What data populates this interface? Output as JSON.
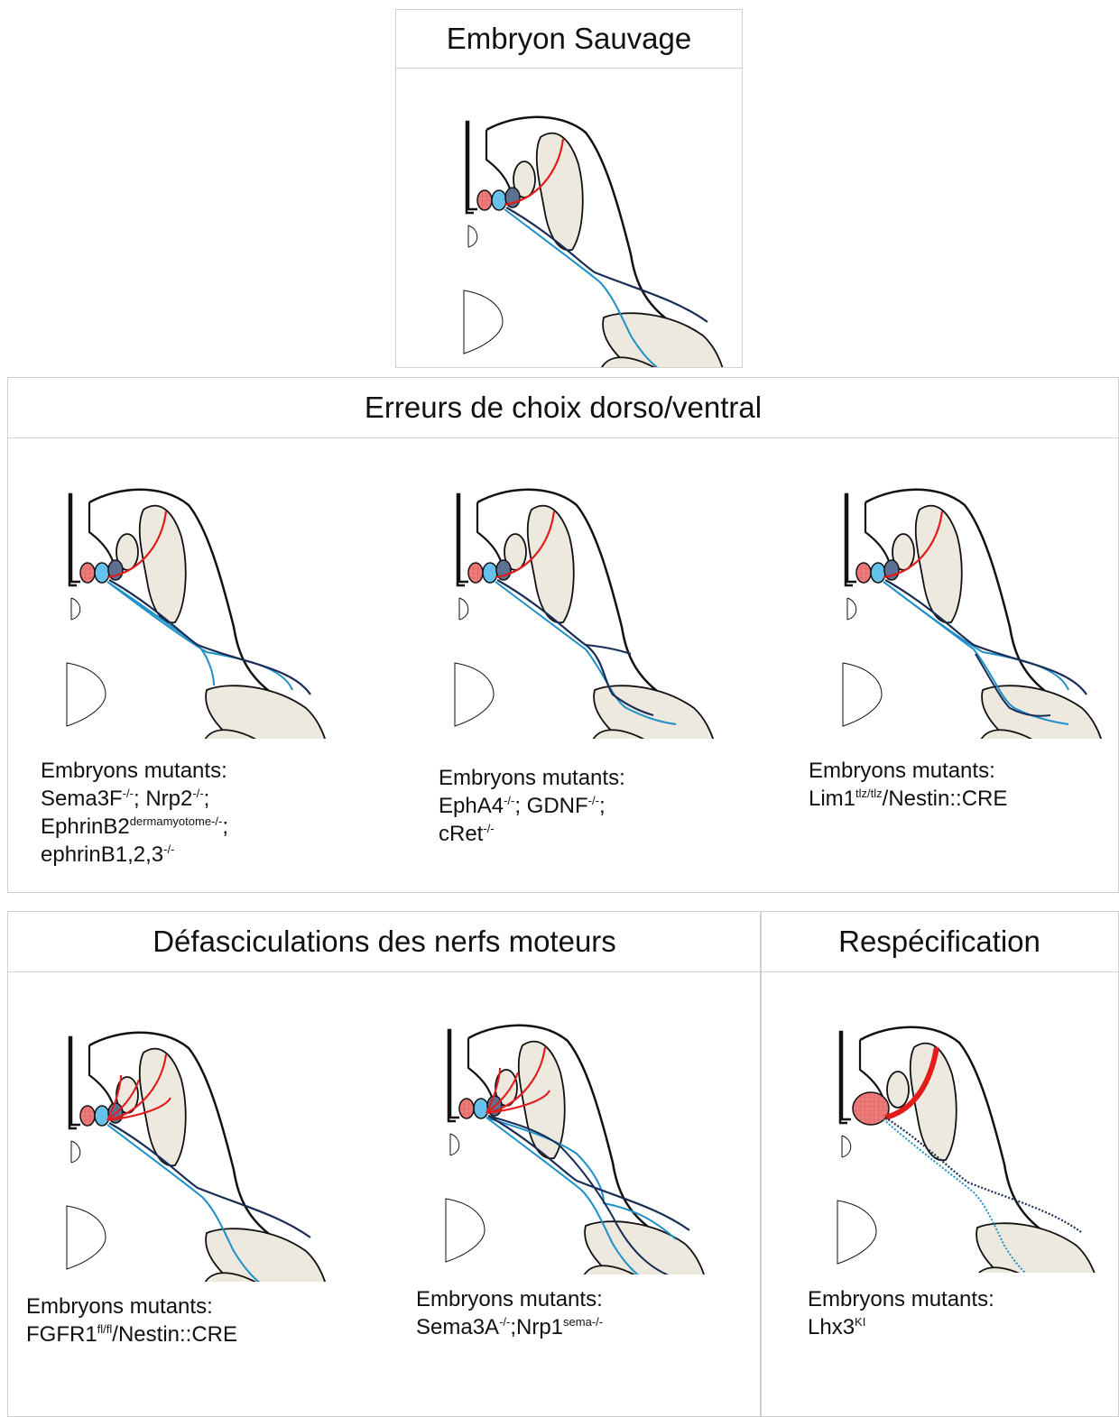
{
  "panels": {
    "wildtype": {
      "title": "Embryon Sauvage"
    },
    "dorsoventral": {
      "title": "Erreurs de choix dorso/ventral"
    },
    "defasciculation": {
      "title": "Défasciculations des  nerfs moteurs"
    },
    "respecification": {
      "title": "Respécification"
    }
  },
  "captions": {
    "label": "Embryons mutants:",
    "dv1": {
      "sema3f": "Sema3F",
      "sema3f_sup": "-/-",
      "sep1": "; Nrp2",
      "nrp2_sup": "-/-",
      "sep2": ";",
      "ephrinb2": "EphrinB2",
      "ephrinb2_sup": "dermamyotome-/-",
      "sep3": ";",
      "ephrinb123": "ephrinB1,2,3",
      "ephrinb123_sup": "-/-"
    },
    "dv2": {
      "epha4": "EphA4",
      "epha4_sup": "-/-",
      "sep1": "; GDNF",
      "gdnf_sup": "-/-",
      "sep2": ";",
      "cret": "cRet",
      "cret_sup": "-/-"
    },
    "dv3": {
      "lim1": "Lim1",
      "lim1_sup": "tlz/tlz",
      "rest": "/Nestin::CRE"
    },
    "def1": {
      "fgfr1": "FGFR1",
      "fgfr1_sup": "fl/fl",
      "rest": "/Nestin::CRE"
    },
    "def2": {
      "sema3a": "Sema3A",
      "sema3a_sup": "-/-",
      "sep": ";Nrp1",
      "nrp1_sup": "sema-/-"
    },
    "resp": {
      "lhx3": "Lhx3",
      "lhx3_sup": "KI"
    }
  },
  "colors": {
    "tissue_fill": "#ede9df",
    "outline": "#111111",
    "axon_red": "#e31b1b",
    "axon_light_blue": "#1e90c8",
    "axon_dark_blue": "#1a2e55",
    "neuron_red": "#f07a7a",
    "neuron_light_blue": "#66c2ec",
    "neuron_dark_blue": "#5a7498"
  }
}
